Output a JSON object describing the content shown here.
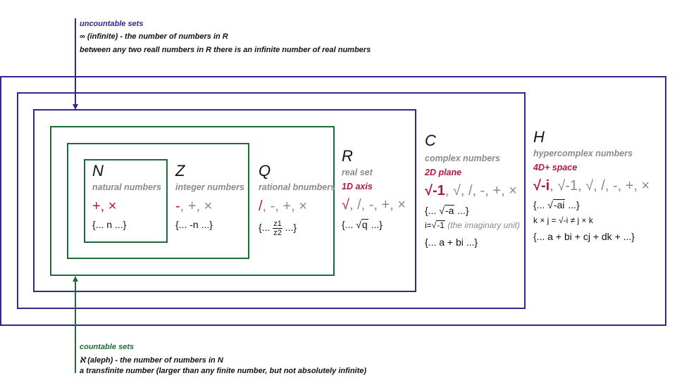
{
  "top_note": {
    "title": "uncountable sets",
    "line1": "∞  (infinite) - the number of numbers in R",
    "line2": "between any two reall numbers in R there is an infinite number of real numbers"
  },
  "bottom_note": {
    "title": "countable sets",
    "line1": "ℵ  (aleph) - the number of numbers in N",
    "line2": "a transfinite number (larger than any finite number, but not absolutely infinite)"
  },
  "sets": {
    "N": {
      "letter": "N",
      "name": "natural numbers",
      "ops_red": "+, ×",
      "set": "{... n ...}"
    },
    "Z": {
      "letter": "Z",
      "name": "integer numbers",
      "ops_red": "-",
      "ops_gray": ", +, ×",
      "set": "{... -n ...}"
    },
    "Q": {
      "letter": "Q",
      "name": "rational bnumbers",
      "ops_red": "/",
      "ops_gray": ", -, +, ×",
      "set_prefix": "{...",
      "num": "z1",
      "den": "z2",
      "set_suffix": "...}"
    },
    "R": {
      "letter": "R",
      "name": "real set",
      "dim": "1D axis",
      "ops_red": "√",
      "ops_gray": ", /, -, +, ×",
      "set_prefix": "{... ",
      "set_rad": "q",
      "set_suffix": " ...}"
    },
    "C": {
      "letter": "C",
      "name": "complex numbers",
      "dim": "2D plane",
      "ops_red": "√-1",
      "ops_gray": ", √, /, -, +, ×",
      "set_prefix": "{... ",
      "set_rad": "-a",
      "set_suffix": " ...}",
      "i_prefix": "i=",
      "i_rad": "-1",
      "i_note": "(the imaginary unit)",
      "set2": "{... a + bi ...}"
    },
    "H": {
      "letter": "H",
      "name": "hypercomplex numbers",
      "dim": "4D+ space",
      "ops_red": "√-i",
      "ops_gray": ", √-1, √, /, -, +, ×",
      "set_prefix": "{... ",
      "set_rad": "-ai",
      "set_suffix": " ...}",
      "rel": "k × j = √-i ≠ j × k",
      "set2": "{... a + bi + cj + dk + ...}"
    }
  },
  "colors": {
    "blue": "#2e2a8c",
    "green": "#1e6b3a",
    "red": "#b3183a",
    "gray": "#8a8a8a"
  }
}
